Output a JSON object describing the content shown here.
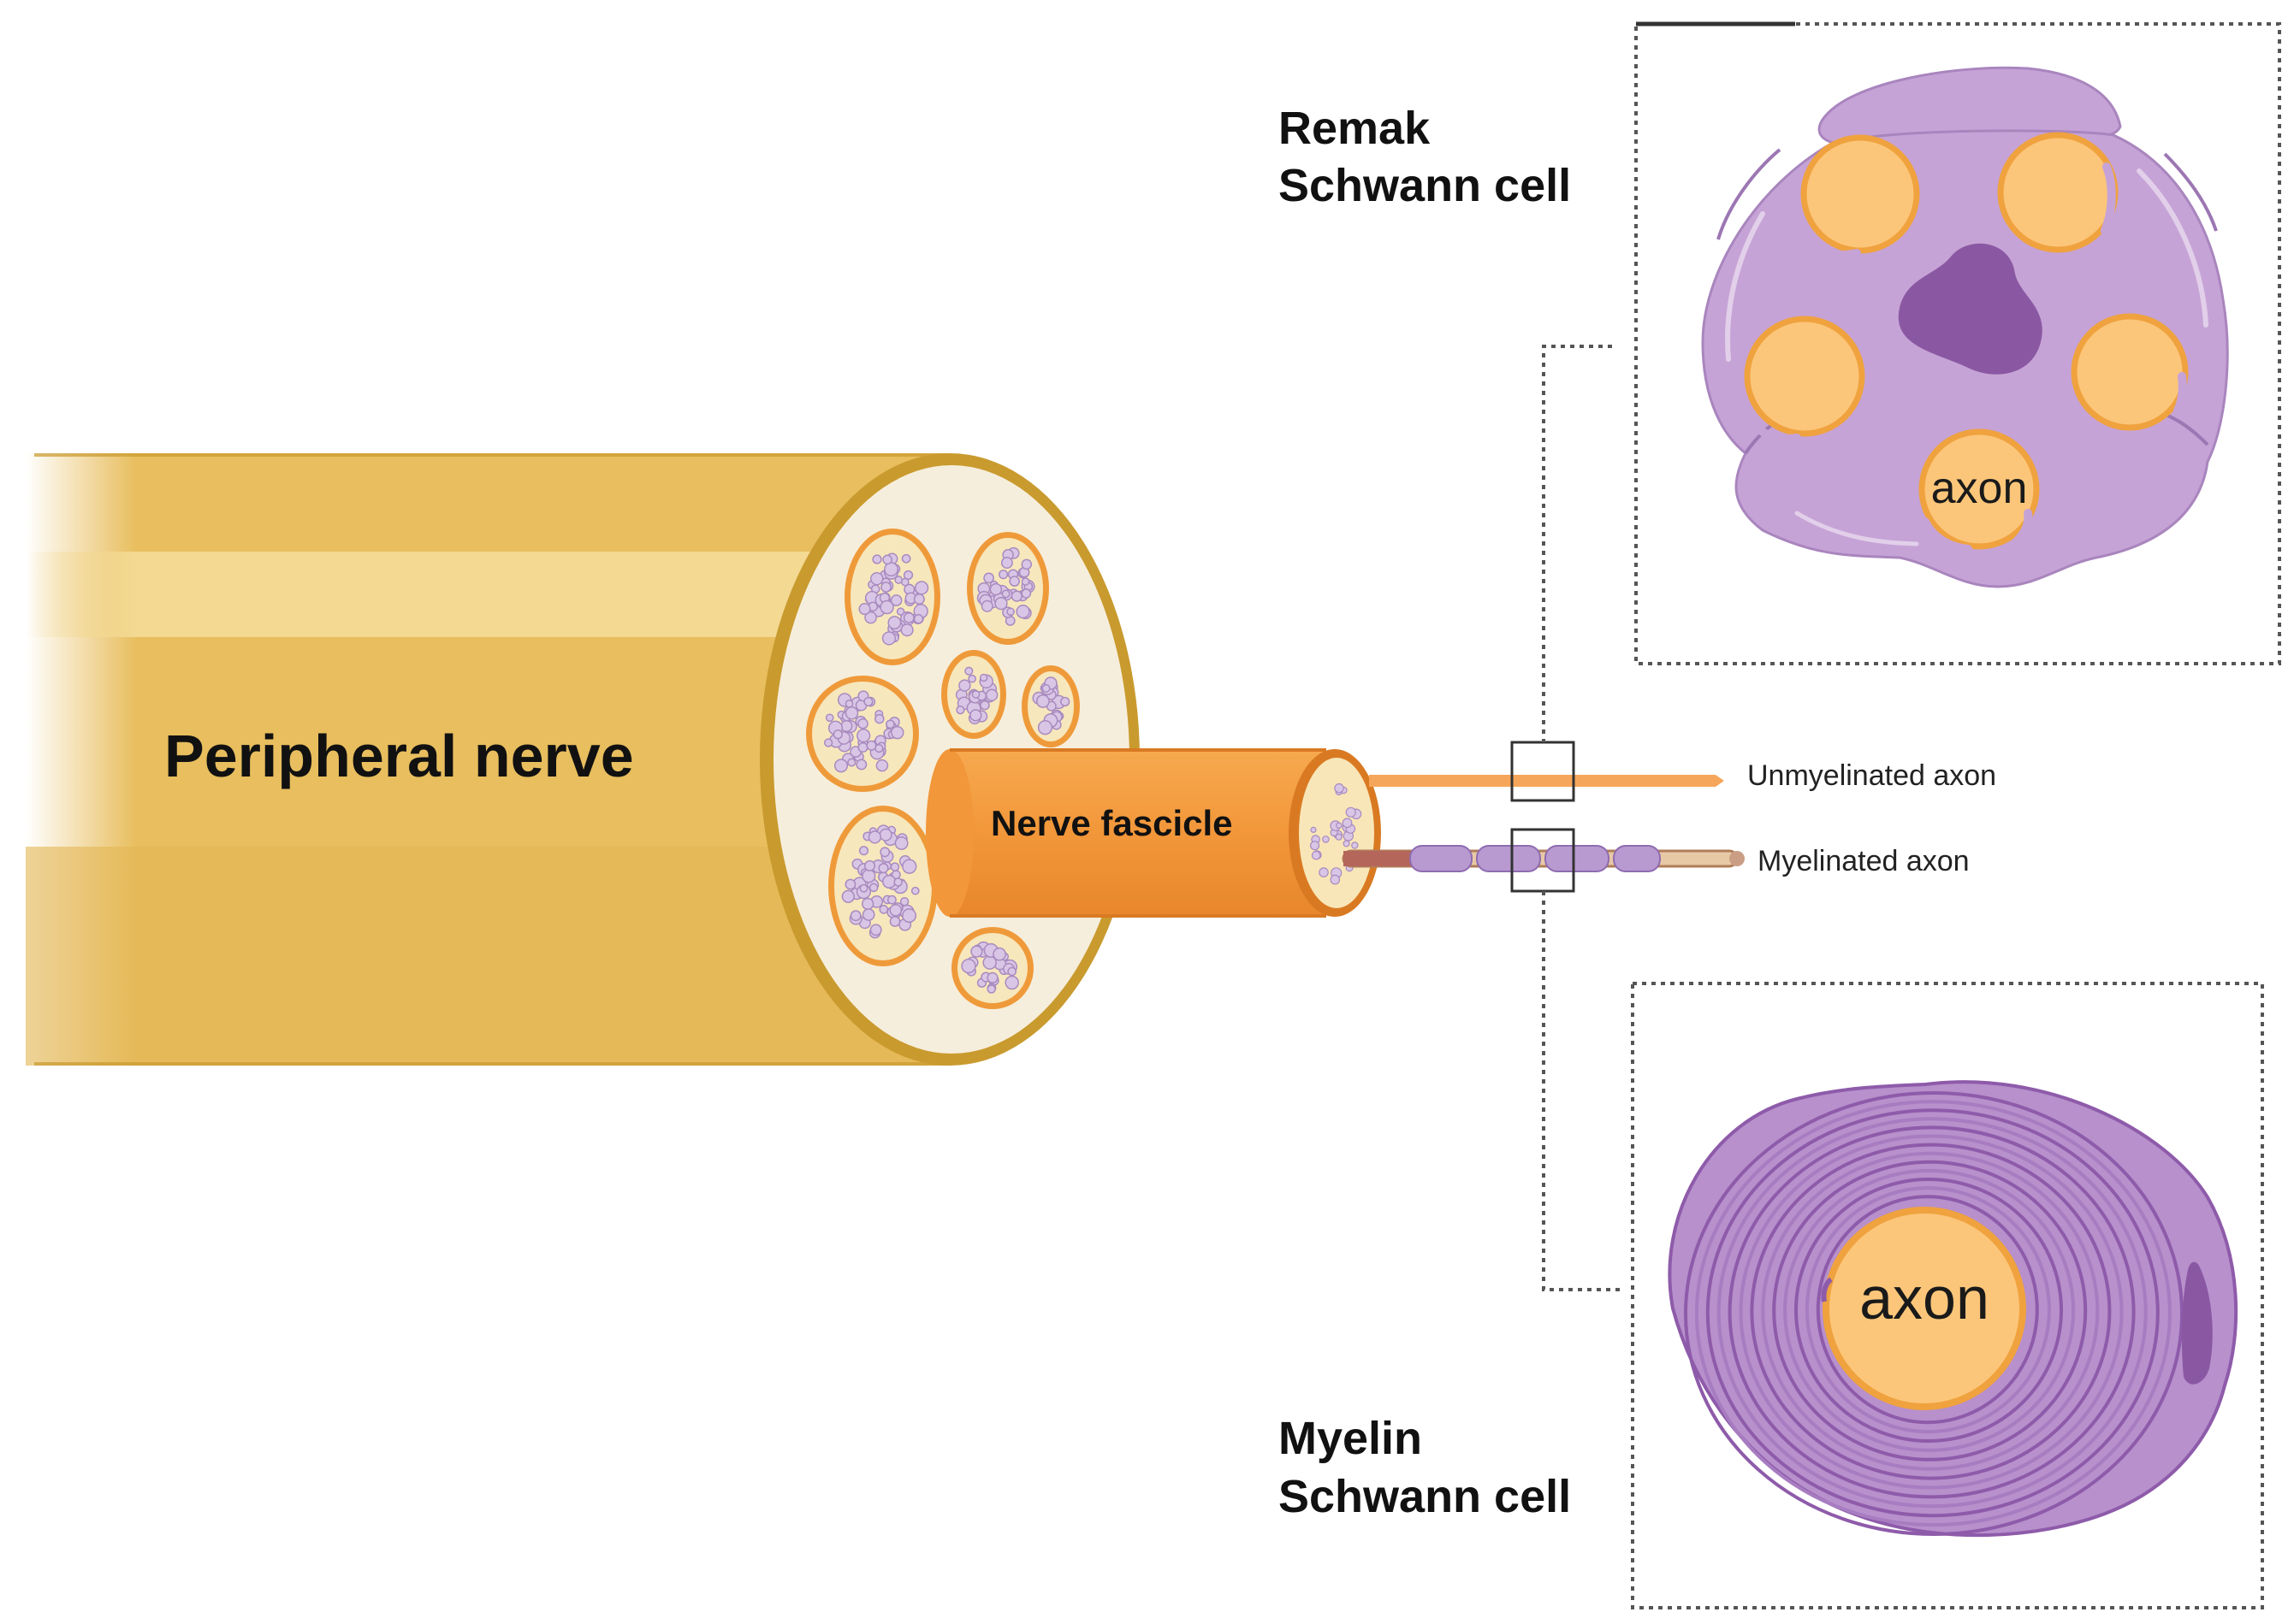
{
  "labels": {
    "peripheral_nerve": "Peripheral nerve",
    "nerve_fascicle": "Nerve fascicle",
    "unmyelinated_axon": "Unmyelinated axon",
    "myelinated_axon": "Myelinated axon",
    "remak_line1": "Remak",
    "remak_line2": "Schwann cell",
    "myelin_line1": "Myelin",
    "myelin_line2": "Schwann cell",
    "remak_axon": "axon",
    "myelin_axon": "axon"
  },
  "colors": {
    "nerve_body": "#E8BE5E",
    "nerve_highlight": "#F3D992",
    "nerve_rim": "#C99A2E",
    "nerve_crosssection": "#F6EEDC",
    "fascicle_body": "#F2973A",
    "fascicle_rim": "#D97A22",
    "axon_fill": "#FCC67A",
    "axon_rim": "#EFA23E",
    "schwann_cell": "#C6A3D6",
    "schwann_dark": "#8E5BAA",
    "nucleus": "#8A58A3",
    "connector": "#555555"
  }
}
